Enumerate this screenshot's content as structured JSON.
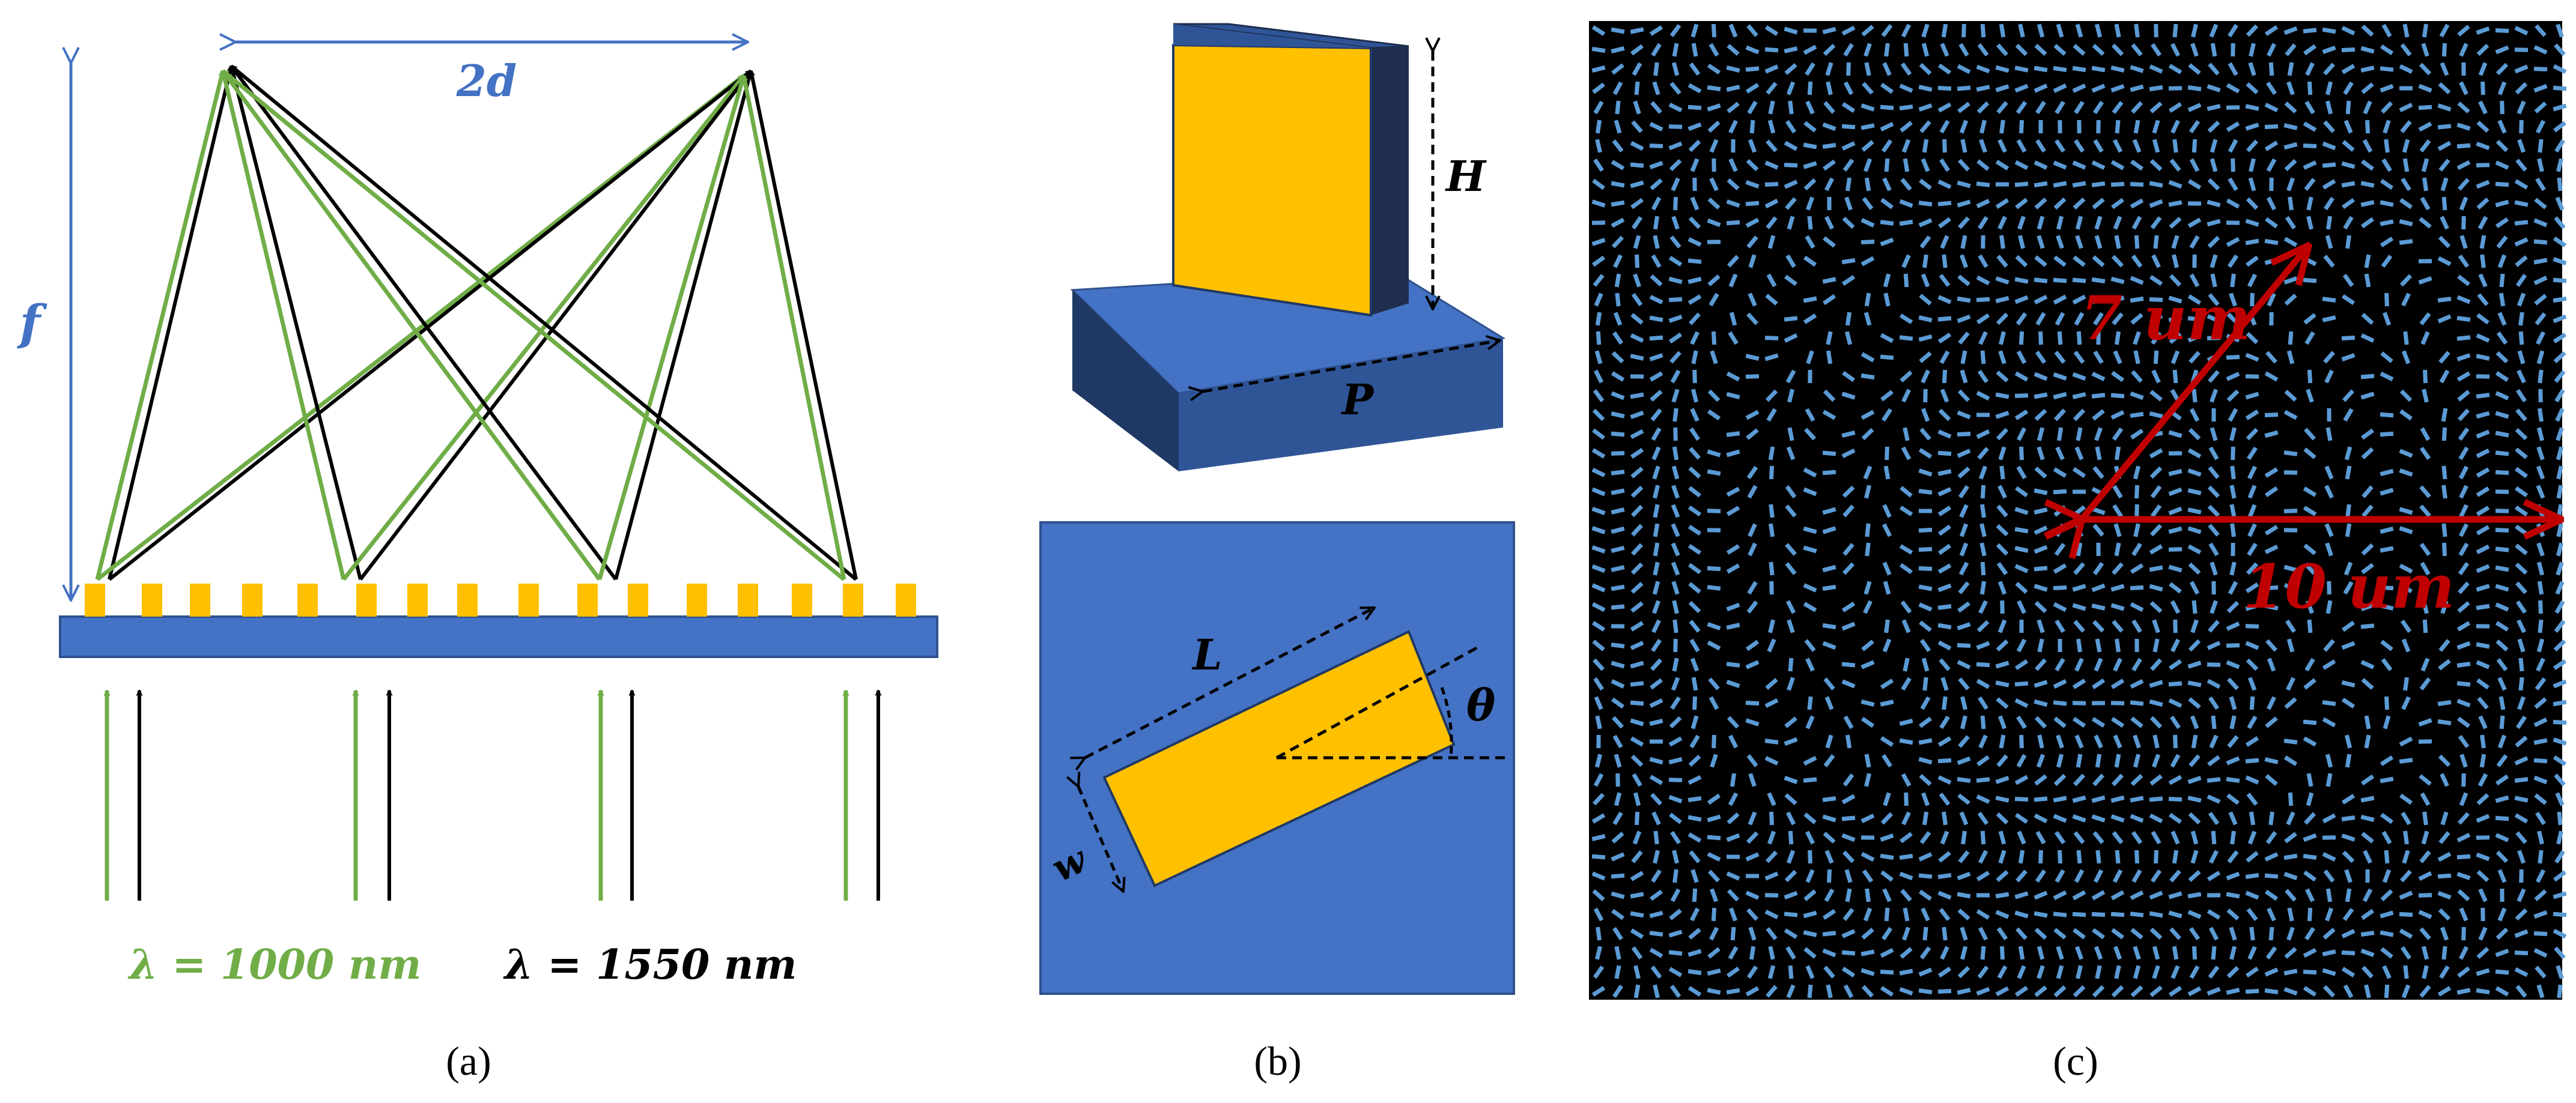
{
  "panel_a": {
    "label_2d": "2d",
    "label_f": "f",
    "legend_green": "λ = 1000 nm",
    "legend_black": "λ = 1550 nm",
    "caption": "(a)"
  },
  "panel_b": {
    "label_H": "H",
    "label_P": "P",
    "label_L": "L",
    "label_w": "w",
    "label_theta": "θ",
    "caption": "(b)"
  },
  "panel_c": {
    "label_7um": "7 um",
    "label_10um": "10 um",
    "caption": "(c)"
  },
  "colors": {
    "green": "#70ad47",
    "black": "#000000",
    "blue_label": "#4472c4",
    "substrate": "#4472c4",
    "substrate_dark": "#2f528f",
    "pillar": "#ffc000",
    "pillar_dark": "#1f2e4f",
    "red": "#c00000",
    "dash": "#5b9bd5"
  }
}
